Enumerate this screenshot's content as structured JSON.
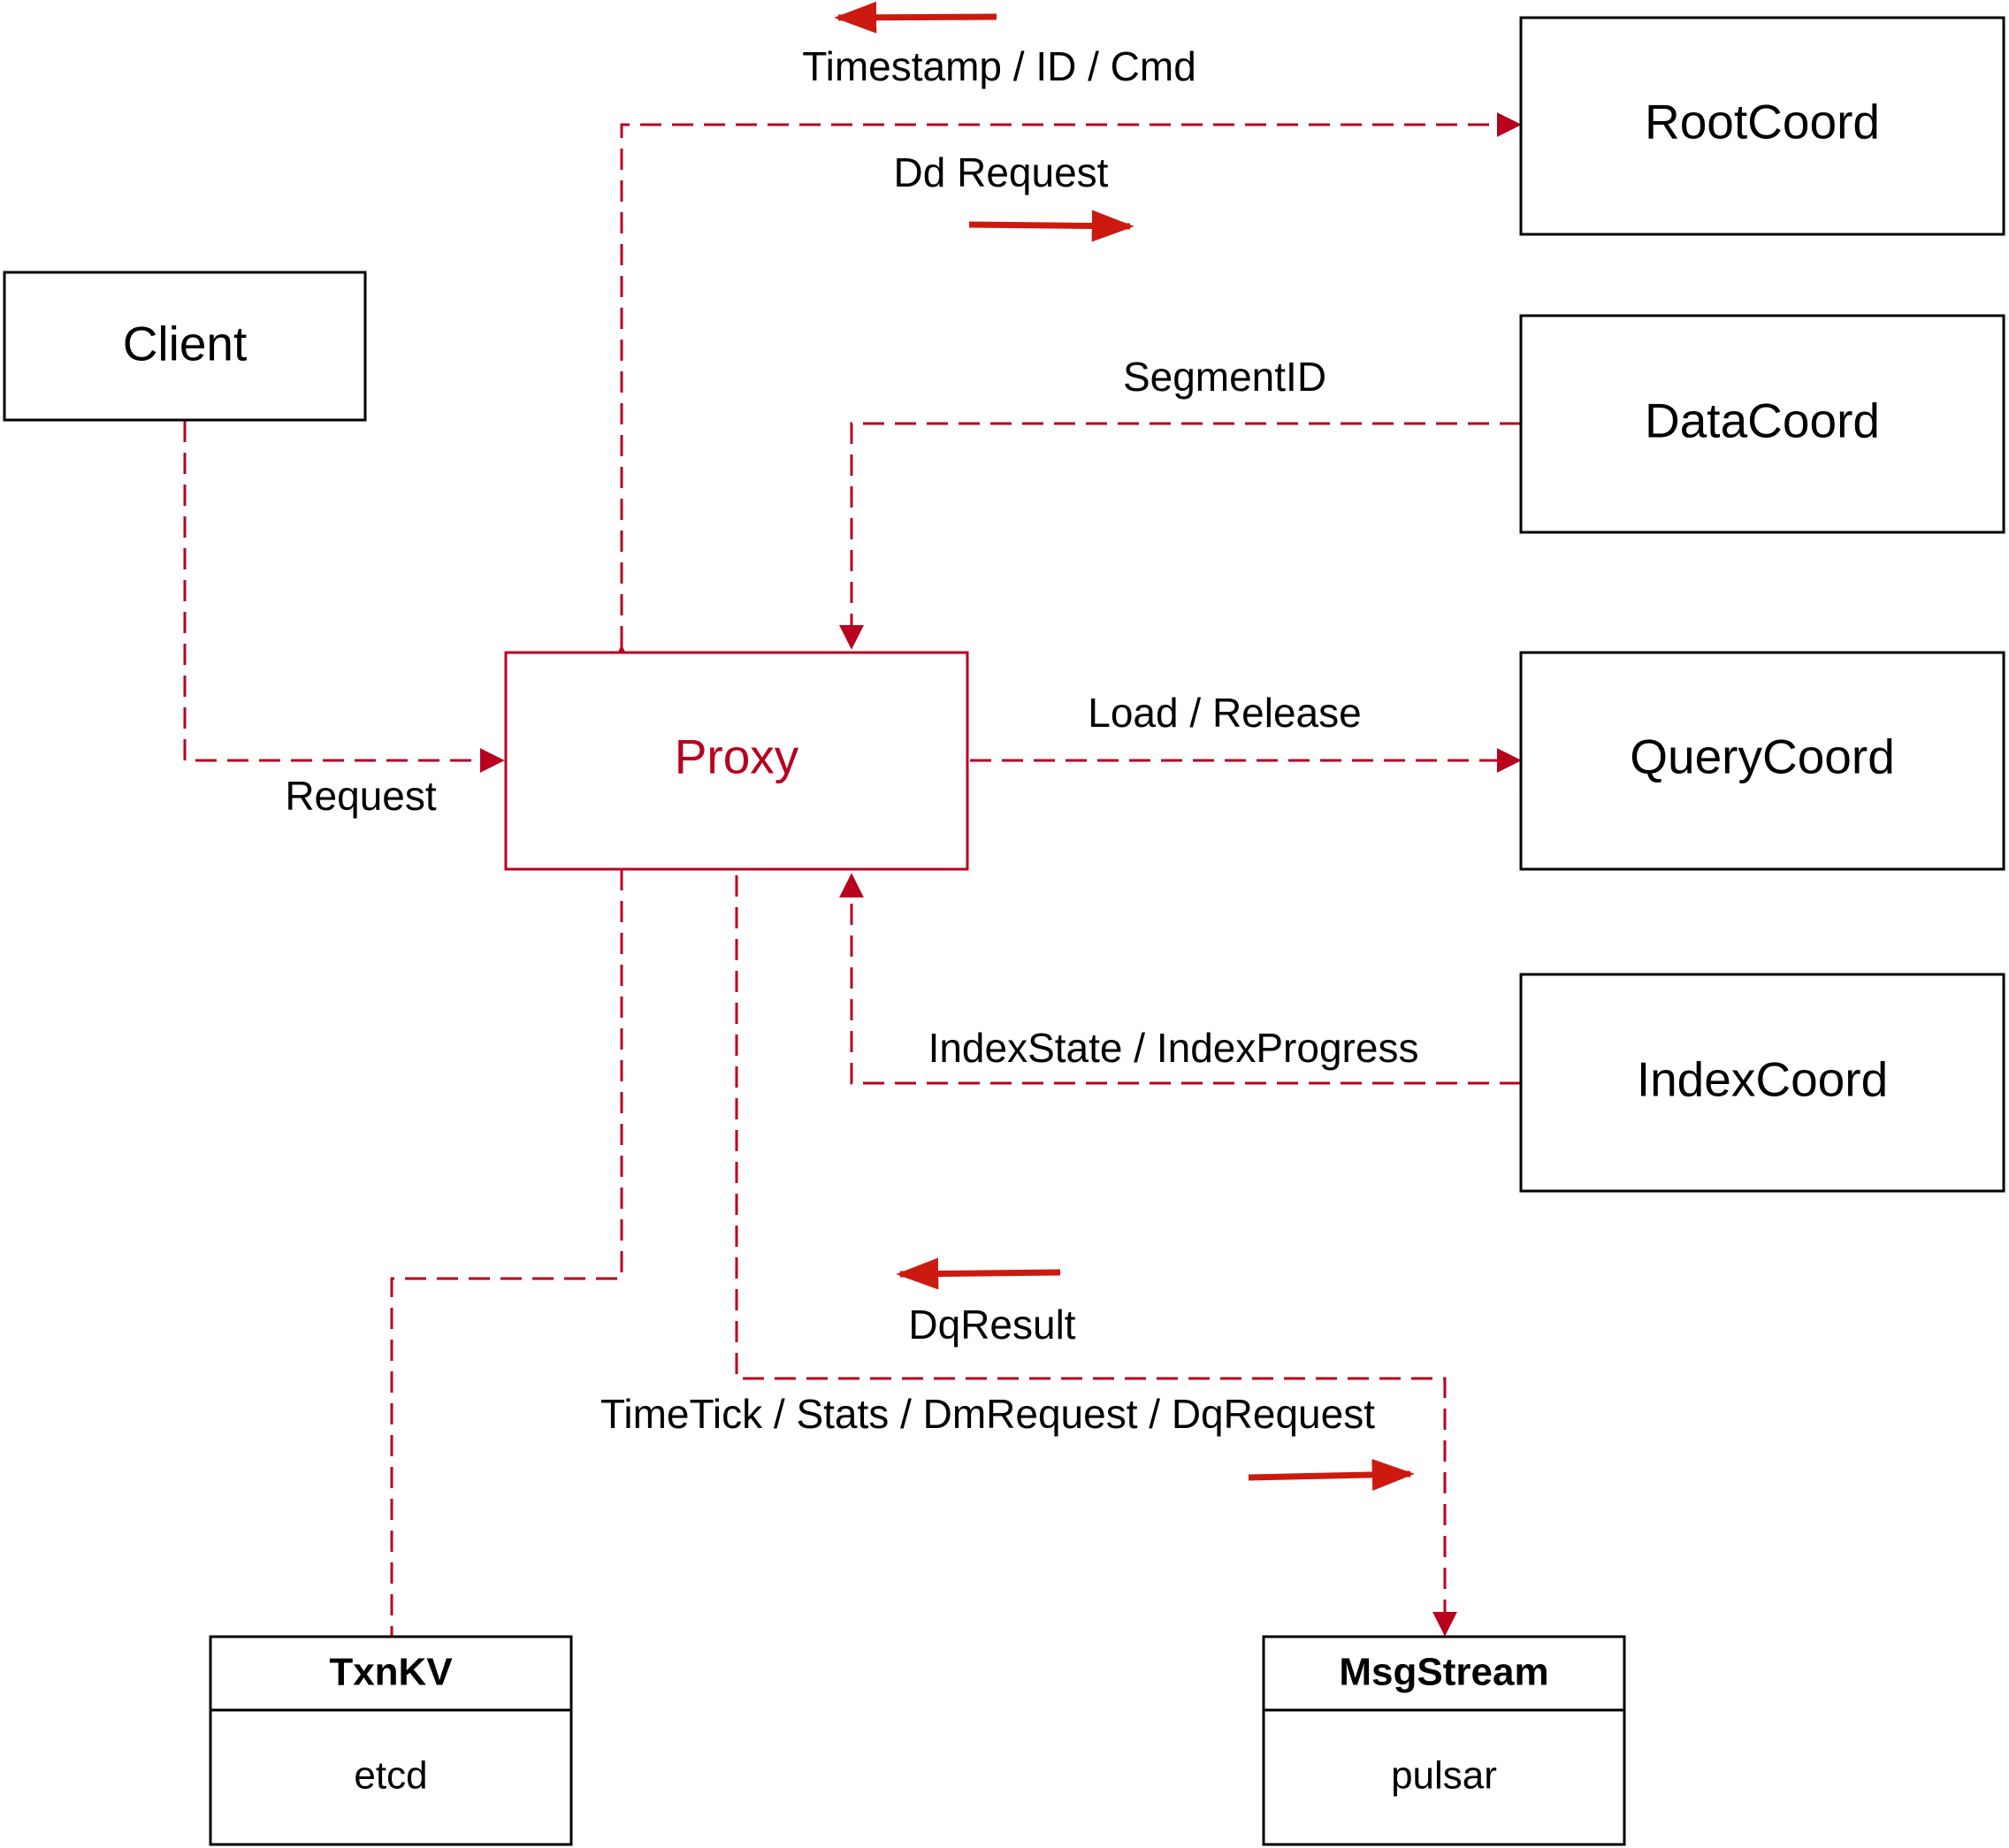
{
  "colors": {
    "accent": "#b8001f",
    "flow_arrow": "#cc1a10",
    "box_stroke": "#000000"
  },
  "nodes": {
    "client": "Client",
    "proxy": "Proxy",
    "rootcoord": "RootCoord",
    "datacoord": "DataCoord",
    "querycoord": "QueryCoord",
    "indexcoord": "IndexCoord"
  },
  "stores": {
    "txnkv": {
      "title": "TxnKV",
      "impl": "etcd"
    },
    "msgstream": {
      "title": "MsgStream",
      "impl": "pulsar"
    }
  },
  "edge_labels": {
    "timestamp": "Timestamp / ID / Cmd",
    "dd_request": "Dd Request",
    "segment_id": "SegmentID",
    "request": "Request",
    "load_release": "Load / Release",
    "index_state": "IndexState / IndexProgress",
    "dq_result": "DqResult",
    "timetick": "TimeTick / Stats / DmRequest / DqRequest"
  }
}
